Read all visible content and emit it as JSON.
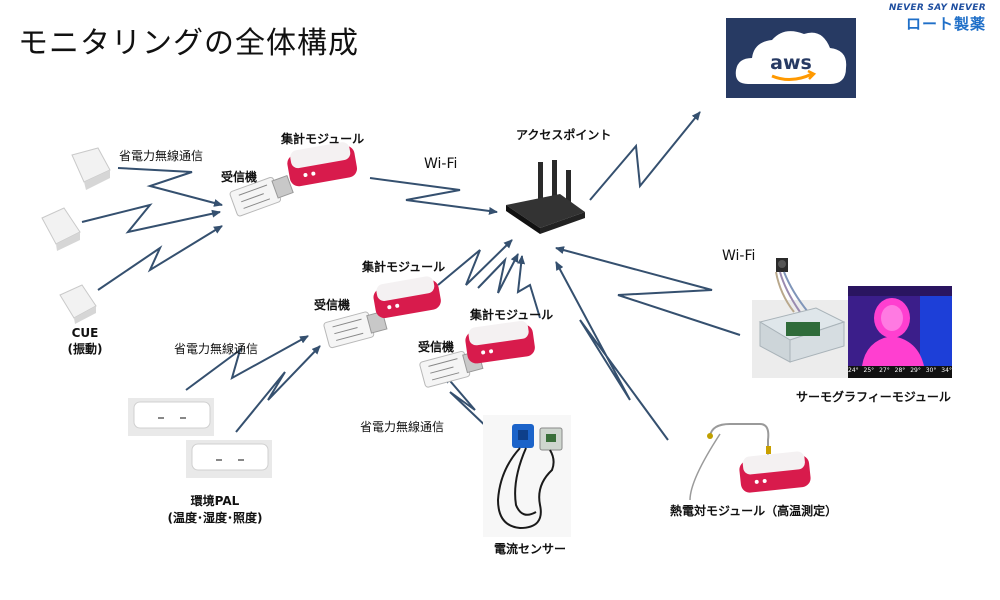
{
  "title": "モニタリングの全体構成",
  "brand": {
    "tagline": "NEVER SAY NEVER",
    "name": "ロート製薬"
  },
  "aws": {
    "label": "aws"
  },
  "labels": {
    "access_point": "アクセスポイント",
    "wifi_top": "Wi-Fi",
    "wifi_right": "Wi-Fi",
    "module_top": "集計モジュール",
    "receiver_top": "受信機",
    "lowpower_top": "省電力無線通信",
    "cue_line1": "CUE",
    "cue_line2": "(振動)",
    "module_mid": "集計モジュール",
    "receiver_mid": "受信機",
    "lowpower_mid": "省電力無線通信",
    "pal_line1": "環境PAL",
    "pal_line2": "(温度･湿度･照度)",
    "module_low": "集計モジュール",
    "receiver_low": "受信機",
    "lowpower_low": "省電力無線通信",
    "current_sensor": "電流センサー",
    "thermo": "サーモグラフィーモジュール",
    "thermocouple": "熱電対モジュール（高温測定）"
  },
  "thermal_scale": [
    "24°",
    "25°",
    "27°",
    "28°",
    "29°",
    "30°",
    "34°"
  ],
  "colors": {
    "arrow": "#35506f",
    "aws_bg": "#273a63",
    "aws_orange": "#ff9900",
    "case_red": "#d81b4c",
    "thermal_purple": "#3b1e8a",
    "thermal_pink": "#ff3fd0",
    "thermal_blue": "#1d3fd8"
  }
}
